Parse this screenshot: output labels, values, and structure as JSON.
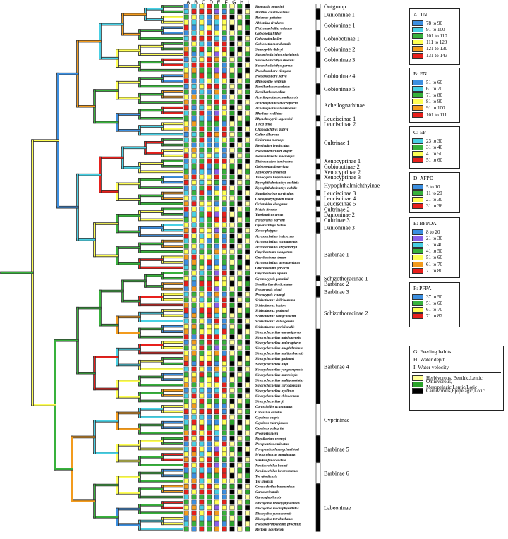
{
  "columns": [
    "A",
    "B",
    "C",
    "D",
    "E",
    "F",
    "G",
    "H",
    "I"
  ],
  "colors": {
    "TN": [
      "#3c8fe0",
      "#49d0e4",
      "#38b13c",
      "#ffff55",
      "#f39b1d",
      "#e8201c"
    ],
    "EN": [
      "#3c8fe0",
      "#49d0e4",
      "#38b13c",
      "#ffff55",
      "#f39b1d",
      "#e8201c"
    ],
    "EP": [
      "#49d0e4",
      "#38b13c",
      "#ffff55",
      "#e8201c"
    ],
    "AFPD": [
      "#3c8fe0",
      "#38b13c",
      "#ffff55",
      "#e8201c"
    ],
    "BFPDA": [
      "#3c8fe0",
      "#8a5fe8",
      "#49d0e4",
      "#38b13c",
      "#ffff55",
      "#f39b1d",
      "#e8201c"
    ],
    "PFPA": [
      "#3c8fe0",
      "#38b13c",
      "#ffff55",
      "#e8201c"
    ],
    "habit": [
      "#ffff99",
      "#2aa32a",
      "#000000"
    ]
  },
  "species": [
    "Homatula potanini",
    "Barilius caudiocellatus",
    "Raiamas guttatus",
    "Abbottina rivularis",
    "Platysmacheilus exiguus",
    "Gobiobotia filifer",
    "Gobiobotia kolleri",
    "Gobiobotia meridionalis",
    "Saurogobio dabryi",
    "Sarcocheilichthys nigripinnis",
    "Sarcocheilichthys sinensis",
    "Sarcocheilichthys parvus",
    "Pseudorasbora elongata",
    "Pseudorasbora parva",
    "Rhinogobio ventralis",
    "Hemibarbus maculatus",
    "Hemibarbus medius",
    "Acheilognathus chankaensis",
    "Acheilognathus macropterus",
    "Acheilognathus tonkinensis",
    "Rhodeus ocellatus",
    "Rhynchocypris lagowskii",
    "Tinca tinca",
    "Chanodichthys dabryi",
    "Culter alburnus",
    "Sinibrama macrops",
    "Hemiculter leucisculus",
    "Pseudohemiculter dispar",
    "Hemiculterella macrolepis",
    "Distoechodon tumirostris",
    "Gobiobotia abbreviata",
    "Xenocypris argentea",
    "Xenocypris hupeinensis",
    "Hypophthalmichthys molitrix",
    "Hypophthalmichthys nobilis",
    "Squaliobarbus curriculus",
    "Ctenopharyngodon idella",
    "Ochetobius elongatus",
    "Metzia lineata",
    "Yaoshanicus arcus",
    "Parabramis barroni",
    "Opsariichthys bidens",
    "Zacco platypus",
    "Acrossocheilus iridescens",
    "Acrossocheilus yunnanensis",
    "Acrossocheilus kreyenbergii",
    "Onychostoma elongatum",
    "Onychostoma simum",
    "Acrossocheilus stenotaeniatus",
    "Onychostoma gerlachi",
    "Onychostoma leptura",
    "Gymnocypris potanini",
    "Spinibarbus denticulatus",
    "Percocypris pingi",
    "Percocypris tchangi",
    "Schizothorax dolichonema",
    "Schizothorax kozlovi",
    "Schizothorax grahami",
    "Schizothorax wangchiachii",
    "Schizothorax dulongensis",
    "Schizothorax meridionalis",
    "Sinocyclocheilus angustiporus",
    "Sinocyclocheilus guishanensis",
    "Sinocyclocheilus malacopterus",
    "Sinocyclocheilus anophthalmus",
    "Sinocyclocheilus maitianheensis",
    "Sinocyclocheilus grahami",
    "Sinocyclocheilus tingi",
    "Sinocyclocheilus yangzongensis",
    "Sinocyclocheilus macrolepis",
    "Sinocyclocheilus multipunctatus",
    "Sinocyclocheilus furcodorsalis",
    "Sinocyclocheilus hyalinus",
    "Sinocyclocheilus rhinocerous",
    "Sinocyclocheilus jii",
    "Carassioides acuminatus",
    "Carassius auratus",
    "Cyprinus carpio",
    "Cyprinus rubrofuscus",
    "Cyprinus pellegrini",
    "Procypris mera",
    "Hypsibarbus vernayi",
    "Poropuntius carinatus",
    "Poropuntius huangchuchieni",
    "Mystacoleucus marginatus",
    "Sikukia flavicaudata",
    "Neolissochilus benasi",
    "Neolissochilus heterostomus",
    "Tor qiaojiensis",
    "Tor sinensis",
    "Crossocheilus burmanicus",
    "Garra orientalis",
    "Garra qiaojiensis",
    "Discogobio brachyphysallidos",
    "Discogobio macrophysallidos",
    "Discogobio yunnanensis",
    "Discogobio tetrabarbatus",
    "Pseudogyrinocheilus prochilus",
    "Rectoris posehensis"
  ],
  "groups": [
    {
      "label": "Outgroup",
      "start": 0,
      "end": 0,
      "fill": "white"
    },
    {
      "label": "Danioninae 1",
      "start": 1,
      "end": 2,
      "fill": "black"
    },
    {
      "label": "Gobioninae 1",
      "start": 3,
      "end": 4,
      "fill": "white"
    },
    {
      "label": "Gobiobotinae 1",
      "start": 5,
      "end": 7,
      "fill": "black"
    },
    {
      "label": "Gobioninae 2",
      "start": 8,
      "end": 8,
      "fill": "white"
    },
    {
      "label": "Gobioninae 3",
      "start": 9,
      "end": 11,
      "fill": "black"
    },
    {
      "label": "Gobioninae 4",
      "start": 12,
      "end": 14,
      "fill": "white"
    },
    {
      "label": "Gobioninae 5",
      "start": 15,
      "end": 16,
      "fill": "black"
    },
    {
      "label": "Acheilognathinae",
      "start": 17,
      "end": 20,
      "fill": "white"
    },
    {
      "label": "Leuciscinae 1",
      "start": 21,
      "end": 21,
      "fill": "black"
    },
    {
      "label": "Leuciscinae 2",
      "start": 22,
      "end": 22,
      "fill": "white"
    },
    {
      "label": "Cultrinae 1",
      "start": 23,
      "end": 28,
      "fill": "black"
    },
    {
      "label": "Xenocyprinae 1",
      "start": 29,
      "end": 29,
      "fill": "white"
    },
    {
      "label": "Gobiobotinae 2",
      "start": 30,
      "end": 30,
      "fill": "black"
    },
    {
      "label": "Xenocyprinae 2",
      "start": 31,
      "end": 31,
      "fill": "white"
    },
    {
      "label": "Xenocyprinae 3",
      "start": 32,
      "end": 32,
      "fill": "black"
    },
    {
      "label": "Hypophthalmichthyinae",
      "start": 33,
      "end": 34,
      "fill": "white"
    },
    {
      "label": "Leuciscinae 3",
      "start": 35,
      "end": 35,
      "fill": "black"
    },
    {
      "label": "Leuciscinae 4",
      "start": 36,
      "end": 36,
      "fill": "white"
    },
    {
      "label": "Leuciscinae 5",
      "start": 37,
      "end": 37,
      "fill": "black"
    },
    {
      "label": "Cultrinae 2",
      "start": 38,
      "end": 38,
      "fill": "white"
    },
    {
      "label": "Danioninae 2",
      "start": 39,
      "end": 39,
      "fill": "black"
    },
    {
      "label": "Cultrinae 3",
      "start": 40,
      "end": 40,
      "fill": "white"
    },
    {
      "label": "Danioninae 3",
      "start": 41,
      "end": 42,
      "fill": "black"
    },
    {
      "label": "Barbinae 1",
      "start": 43,
      "end": 50,
      "fill": "white"
    },
    {
      "label": "Schizothoracinae 1",
      "start": 51,
      "end": 51,
      "fill": "black"
    },
    {
      "label": "Barbinae 2",
      "start": 52,
      "end": 52,
      "fill": "white"
    },
    {
      "label": "Barbinae 3",
      "start": 53,
      "end": 54,
      "fill": "black"
    },
    {
      "label": "Schizothoracinae 2",
      "start": 55,
      "end": 60,
      "fill": "white"
    },
    {
      "label": "Barbinae 4",
      "start": 61,
      "end": 74,
      "fill": "black"
    },
    {
      "label": "Cyprininae",
      "start": 75,
      "end": 80,
      "fill": "white"
    },
    {
      "label": "Barbinae 5",
      "start": 81,
      "end": 85,
      "fill": "black"
    },
    {
      "label": "Barbinae 6",
      "start": 86,
      "end": 89,
      "fill": "white"
    },
    {
      "label": "Labeoninae",
      "start": 90,
      "end": 98,
      "fill": "black"
    }
  ],
  "legends": [
    {
      "title": "A: TN",
      "palette": "TN",
      "items": [
        "78 to 90",
        "91 to 100",
        "101 to 110",
        "111 to 120",
        "121 to 130",
        "131 to 143"
      ]
    },
    {
      "title": "B: EN",
      "palette": "EN",
      "items": [
        "51 to 60",
        "61 to 70",
        "71 to 80",
        "81 to 90",
        "91 to 100",
        "101 to 111"
      ]
    },
    {
      "title": "C: EP",
      "palette": "EP",
      "items": [
        "23 to 30",
        "31 to 40",
        "41 to 50",
        "51 to 60"
      ]
    },
    {
      "title": "D: AFPD",
      "palette": "AFPD",
      "items": [
        "5 to 10",
        "11 to 20",
        "21 to 30",
        "31 to 36"
      ]
    },
    {
      "title": "E: BFPDA",
      "palette": "BFPDA",
      "items": [
        "8 to 20",
        "21 to 30",
        "31 to 40",
        "41 to 50",
        "51 to 60",
        "61 to 70",
        "71 to 80"
      ]
    },
    {
      "title": "F: PFPA",
      "palette": "PFPA",
      "items": [
        "37 to 50",
        "51 to 60",
        "61 to 70",
        "71 to 82"
      ]
    }
  ],
  "habit_legend": {
    "lines": [
      "G: Feeding habits",
      "H: Water depth",
      "I: Water velocity"
    ],
    "items": [
      "Herbivorous, Benthic,Lentic",
      "Omnivorous, Mesopelagic,Lentic/Lotic",
      "Carnivorous,Epipelagic,Lotic"
    ]
  }
}
